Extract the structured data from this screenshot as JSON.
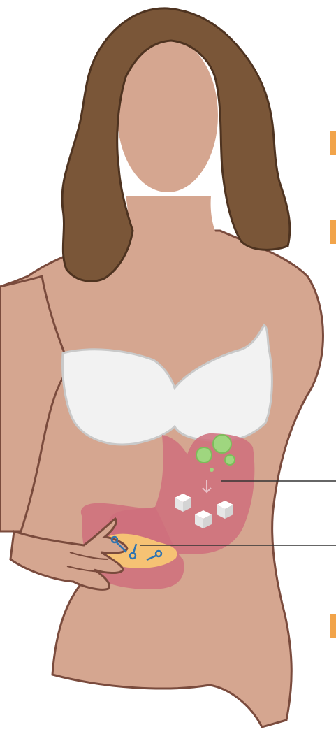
{
  "illustration": {
    "subject": "woman-torso-with-stomach-and-pancreas",
    "callouts": [
      {
        "id": "stomach",
        "icon": "sugar-cube-icon"
      },
      {
        "id": "pancreas",
        "icon": "enzyme-key-icon"
      }
    ],
    "markers": [
      "marker-upper",
      "marker-middle",
      "marker-lower"
    ]
  },
  "colors": {
    "skin": "#d5a690",
    "skin_outline": "#7a4b3d",
    "hair": "#7a5638",
    "hair_outline": "#4e3320",
    "bra": "#f2f2f2",
    "bra_outline": "#c9c9c9",
    "stomach": "#cf6f7c",
    "pancreas": "#f6c274",
    "bubble": "#9fd67f",
    "molecule": "#2f74b0",
    "marker": "#f2a44a",
    "leader_line": "#333333"
  }
}
